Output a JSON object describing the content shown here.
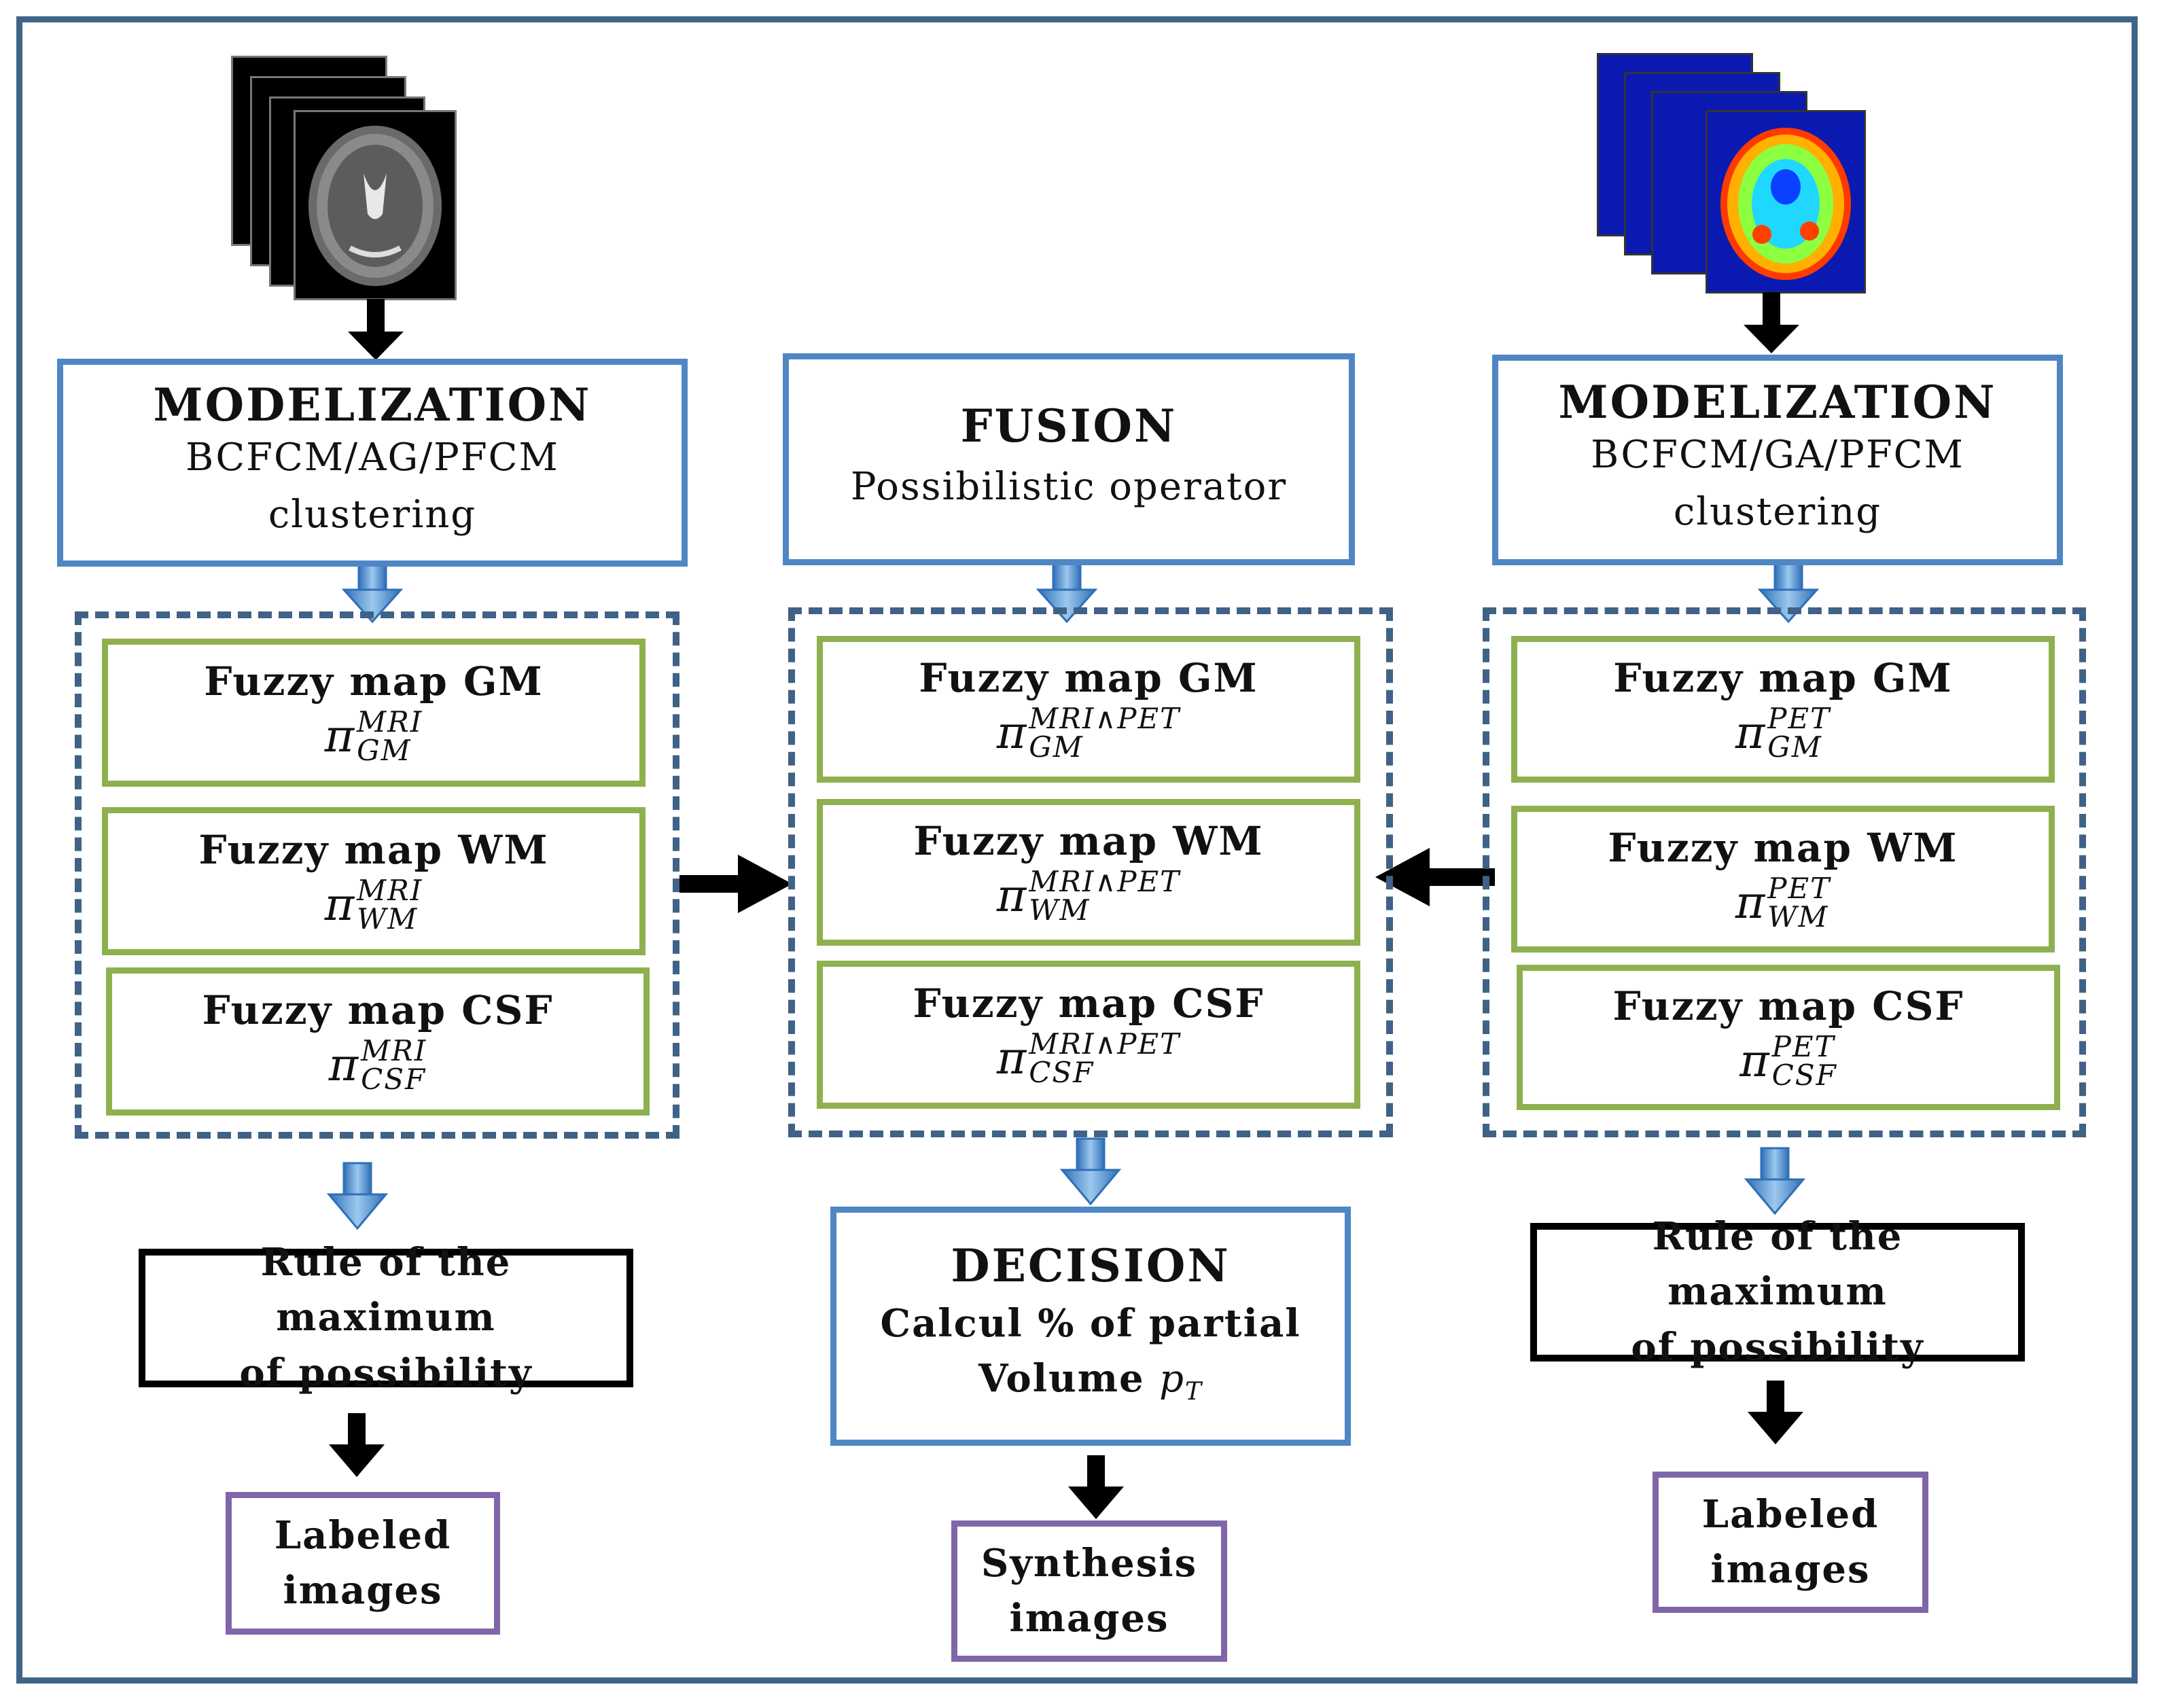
{
  "left": {
    "modelization": {
      "title": "MODELIZATION",
      "line1": "BCFCM/AG/PFCM",
      "line2": "clustering"
    },
    "maps": [
      {
        "label": "Fuzzy map GM",
        "symbol": "π",
        "sup": "MRI",
        "sub": "GM"
      },
      {
        "label": "Fuzzy map WM",
        "symbol": "π",
        "sup": "MRI",
        "sub": "WM"
      },
      {
        "label": "Fuzzy map CSF",
        "symbol": "π",
        "sup": "MRI",
        "sub": "CSF"
      }
    ],
    "rule": {
      "line1": "Rule of the maximum",
      "line2": "of possibility"
    },
    "output": {
      "line1": "Labeled",
      "line2": "images"
    }
  },
  "center": {
    "fusion": {
      "title": "FUSION",
      "line1": "Possibilistic operator"
    },
    "maps": [
      {
        "label": "Fuzzy map GM",
        "symbol": "π",
        "sup": "MRI∧PET",
        "sub": "GM"
      },
      {
        "label": "Fuzzy map WM",
        "symbol": "π",
        "sup": "MRI∧PET",
        "sub": "WM"
      },
      {
        "label": "Fuzzy map CSF",
        "symbol": "π",
        "sup": "MRI∧PET",
        "sub": "CSF"
      }
    ],
    "decision": {
      "title": "DECISION",
      "line1": "Calcul % of partial",
      "line2": "Volume",
      "var": "p",
      "var_sub": "T"
    },
    "output": {
      "line1": "Synthesis",
      "line2": "images"
    }
  },
  "right": {
    "modelization": {
      "title": "MODELIZATION",
      "line1": "BCFCM/GA/PFCM",
      "line2": "clustering"
    },
    "maps": [
      {
        "label": "Fuzzy map GM",
        "symbol": "π",
        "sup": "PET",
        "sub": "GM"
      },
      {
        "label": "Fuzzy map WM",
        "symbol": "π",
        "sup": "PET",
        "sub": "WM"
      },
      {
        "label": "Fuzzy map CSF",
        "symbol": "π",
        "sup": "PET",
        "sub": "CSF"
      }
    ],
    "rule": {
      "line1": "Rule of the maximum",
      "line2": "of possibility"
    },
    "output": {
      "line1": "Labeled",
      "line2": "images"
    }
  },
  "colors": {
    "frame": "#3e6588",
    "blue_box": "#4f86c4",
    "green_box": "#8fb04f",
    "purple_box": "#8066a8",
    "dash": "#3f6286",
    "down_arrow": "#5b9bd5"
  },
  "icons": [
    "mri-slice-stack",
    "pet-slice-stack"
  ]
}
